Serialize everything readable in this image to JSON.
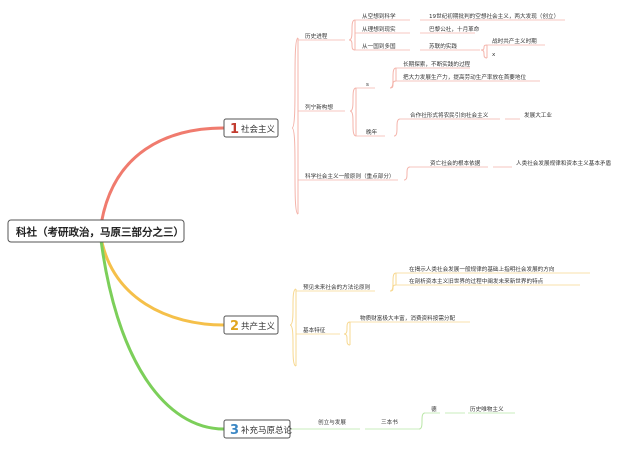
{
  "root": {
    "label": "科社（考研政治，马原三部分之三）"
  },
  "colors": {
    "branch1": "#f07b6e",
    "branch2": "#f5c04a",
    "branch3": "#7ccf5a",
    "num1": "#c23b2e",
    "num2": "#e0a51f",
    "num3": "#3b87c4",
    "sub1": "#f4b4ab",
    "sub2": "#f7d890",
    "sub3": "#b9e6a6",
    "text": "#333333"
  },
  "branches": [
    {
      "num": "1",
      "label": "社会主义",
      "children": [
        {
          "label": "历史进程",
          "children": [
            {
              "label": "从空想到科学",
              "children": [
                {
                  "label": "19世纪初期批判的空想社会主义，两大发现（创立）"
                }
              ]
            },
            {
              "label": "从理想到现实",
              "children": [
                {
                  "label": "巴黎公社，十月革命"
                }
              ]
            },
            {
              "label": "从一国到多国",
              "children": [
                {
                  "label": "苏联的实践",
                  "children": [
                    {
                      "label": "战时共产主义时期"
                    },
                    {
                      "label": "x"
                    }
                  ]
                }
              ]
            }
          ]
        },
        {
          "label": "列宁新构想",
          "children": [
            {
              "label": "s",
              "children": [
                {
                  "label": "长期探索，不断实践的过程"
                },
                {
                  "label": "把大力发展生产力，提高劳动生产率放在首要地位"
                }
              ]
            },
            {
              "label": "晚年",
              "children": [
                {
                  "label": "合作社形式将农民引向社会主义",
                  "children": [
                    {
                      "label": "发展大工业"
                    }
                  ]
                }
              ]
            }
          ]
        },
        {
          "label": "科学社会主义一般原则（重点部分）",
          "children": [
            {
              "label": "资亡社会的根本依据",
              "children": [
                {
                  "label": "人类社会发展规律和资本主义基本矛盾"
                }
              ]
            }
          ]
        }
      ]
    },
    {
      "num": "2",
      "label": "共产主义",
      "children": [
        {
          "label": "预见未来社会的方法论原则",
          "children": [
            {
              "label": "在揭示人类社会发展一般规律的基础上指明社会发展的方向"
            },
            {
              "label": "在剖析资本主义旧世界的过程中阐发未来新世界的特点"
            }
          ]
        },
        {
          "label": "基本特征",
          "children": [
            {
              "label": "物质财富极大丰富，消费资料按需分配"
            }
          ]
        }
      ]
    },
    {
      "num": "3",
      "label": "补充马原总论",
      "children": [
        {
          "label": "创立与发展",
          "children": [
            {
              "label": "三本书",
              "children": [
                {
                  "label": "德",
                  "children": [
                    {
                      "label": "历史唯物主义"
                    }
                  ]
                }
              ]
            }
          ]
        }
      ]
    }
  ]
}
